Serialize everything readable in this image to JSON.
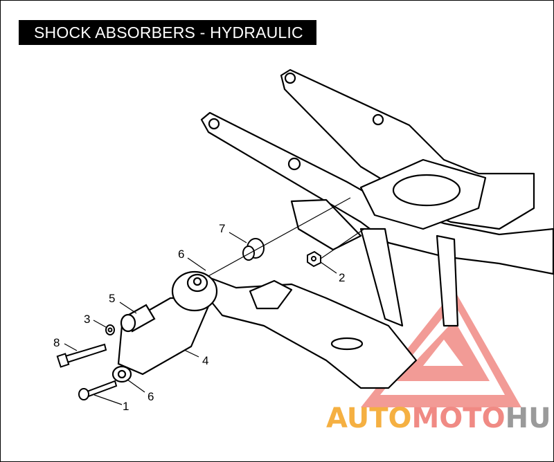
{
  "title": "SHOCK ABSORBERS - HYDRAULIC",
  "callouts": [
    "1",
    "2",
    "3",
    "4",
    "5",
    "6",
    "6",
    "7",
    "8"
  ],
  "watermark": {
    "part1": "AUTO",
    "part2": "MOTO",
    "part3": "HUB"
  },
  "colors": {
    "watermark_orange": "#f5b042",
    "watermark_red": "#f08a84",
    "watermark_gray": "#9a9a9a",
    "title_bg": "#000000",
    "title_fg": "#ffffff"
  }
}
